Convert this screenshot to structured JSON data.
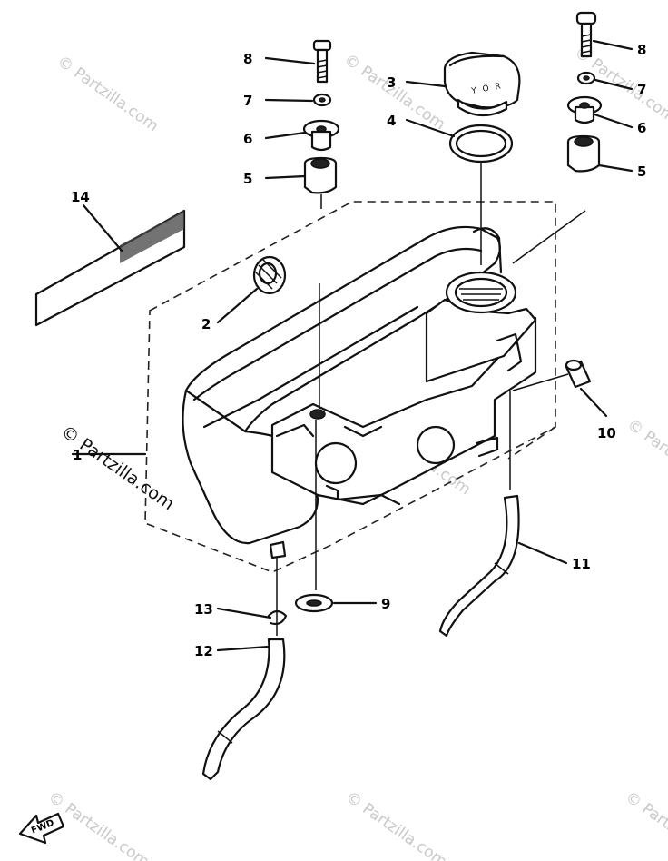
{
  "watermark": "© Partzilla.com",
  "watermark_center": "© Partzilla.com",
  "fwd_label": "FWD",
  "cap_text": "Y O R",
  "callouts": {
    "c1": "1",
    "c2": "2",
    "c3": "3",
    "c4": "4",
    "c5a": "5",
    "c5b": "5",
    "c6a": "6",
    "c6b": "6",
    "c7a": "7",
    "c7b": "7",
    "c8a": "8",
    "c8b": "8",
    "c9": "9",
    "c10": "10",
    "c11": "11",
    "c12": "12",
    "c13": "13",
    "c14": "14"
  }
}
